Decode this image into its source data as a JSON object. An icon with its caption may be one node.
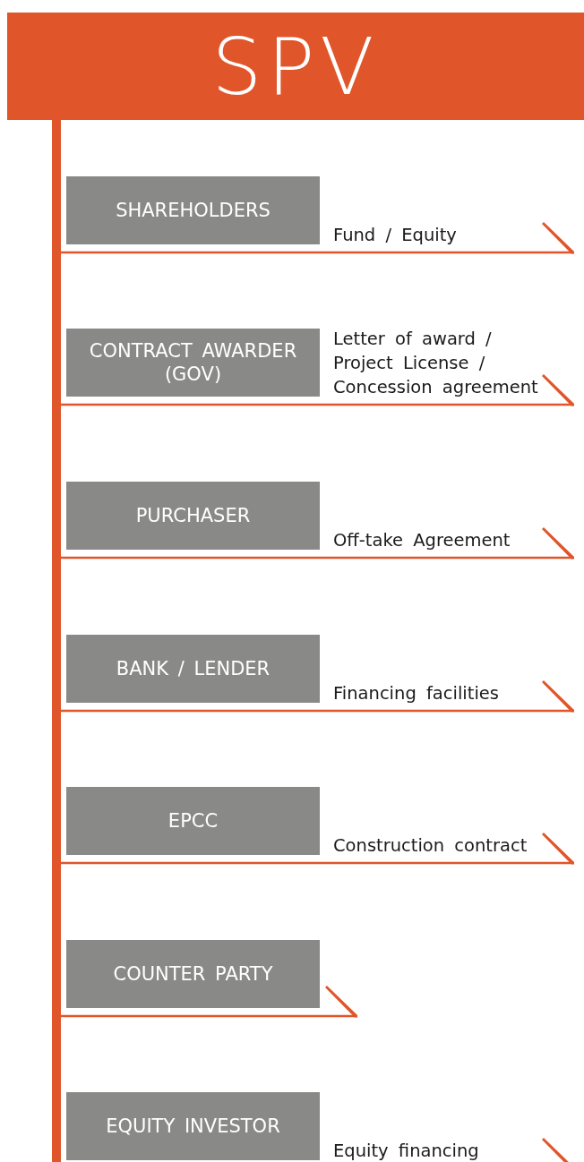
{
  "diagram": {
    "nodes": [
      {
        "text": [
          "SPV"
        ]
      },
      {
        "text": [
          "SHAREHOLDERS"
        ]
      },
      {
        "text": [
          "CONTRACT AWARDER (GOV)"
        ]
      },
      {
        "text": [
          "PURCHASER"
        ]
      },
      {
        "text": [
          "BANK / LENDER"
        ]
      },
      {
        "text": [
          "EPCC"
        ]
      },
      {
        "text": [
          "COUNTER PARTY"
        ]
      },
      {
        "text": [
          "EQUITY INVESTOR"
        ]
      }
    ],
    "edges": [
      {
        "from": 1,
        "to": null,
        "arrow": "other",
        "label": "Fund / Equity"
      },
      {
        "from": 2,
        "to": null,
        "arrow": "other",
        "label": "Letter of award / Project License / Concession agreement"
      },
      {
        "from": 3,
        "to": null,
        "arrow": "other",
        "label": "Off-take Agreement"
      },
      {
        "from": 4,
        "to": null,
        "arrow": "other",
        "label": "Financing facilities"
      },
      {
        "from": 5,
        "to": null,
        "arrow": "other",
        "label": "Construction contract"
      },
      {
        "from": 6,
        "to": null,
        "arrow": "other"
      },
      {
        "from": 7,
        "to": null,
        "arrow": "other",
        "label": "Equity financing"
      }
    ]
  }
}
